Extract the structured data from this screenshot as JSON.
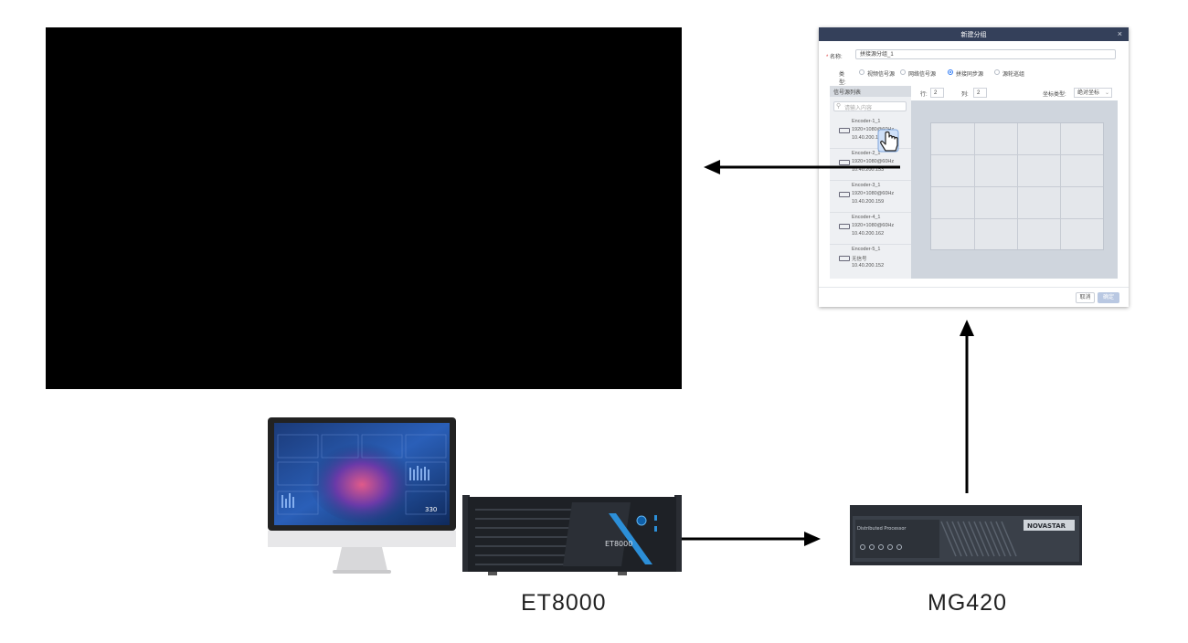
{
  "dialog": {
    "title": "新建分组",
    "close_glyph": "×",
    "name_label": "名称:",
    "name_required_mark": "*",
    "name_value": "拼接源分组_1",
    "type_label": "类型:",
    "types": [
      "视频信号源",
      "网络信号源",
      "拼接同步源",
      "源轮巡组"
    ],
    "selected_type": "拼接同步源",
    "source_list_title": "信号源列表",
    "search_placeholder": "请输入内容",
    "sources": [
      {
        "name": "Encoder-1_1",
        "format": "1920×1080@60Hz",
        "ip": "10.40.200.168"
      },
      {
        "name": "Encoder-2_1",
        "format": "1920×1080@60Hz",
        "ip": "10.40.200.153"
      },
      {
        "name": "Encoder-3_1",
        "format": "1920×1080@60Hz",
        "ip": "10.40.200.159"
      },
      {
        "name": "Encoder-4_1",
        "format": "1920×1080@60Hz",
        "ip": "10.40.200.162"
      },
      {
        "name": "Encoder-5_1",
        "format": "无信号",
        "ip": "10.40.200.152"
      }
    ],
    "row_label": "行:",
    "row_value": "2",
    "col_label": "列:",
    "col_value": "2",
    "coord_label": "坐标类型:",
    "coord_value": "绝对坐标",
    "cancel_label": "取消",
    "ok_label": "确定"
  },
  "devices": {
    "processor_label": "ET8000",
    "controller_label": "MG420",
    "processor_faceplate": "ET8000",
    "controller_brand": "NOVASTAR",
    "controller_faceplate": "Distributed Processor"
  },
  "monitor_screen": {
    "center_value": "330"
  },
  "colors": {
    "dialog_header": "#34405a",
    "accent": "#2f7bf5",
    "display": "#000000"
  }
}
